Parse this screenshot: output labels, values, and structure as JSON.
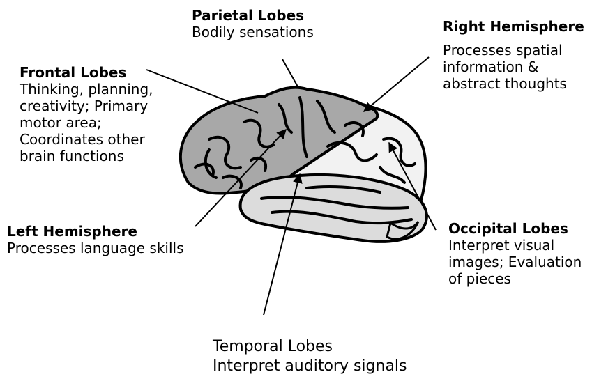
{
  "labels": {
    "parietal": {
      "title": "Parietal Lobes",
      "desc": "Bodily sensations"
    },
    "right_hemisphere": {
      "title": "Right Hemisphere",
      "desc": "Processes spatial\ninformation &\nabstract thoughts"
    },
    "frontal": {
      "title": "Frontal Lobes",
      "desc": "Thinking, planning,\ncreativity; Primary\nmotor area;\nCoordinates other\nbrain functions"
    },
    "left_hemisphere": {
      "title": "Left Hemisphere",
      "desc": "Processes language skills"
    },
    "occipital": {
      "title": "Occipital Lobes",
      "desc": "Interpret visual\nimages; Evaluation\nof pieces"
    },
    "temporal": {
      "title": "Temporal Lobes",
      "desc": "Interpret auditory signals"
    }
  },
  "colors": {
    "frontal_fill": "#a8a8a8",
    "parietal_fill": "#f2f2f2",
    "temporal_fill": "#dcdcdc",
    "outline": "#000000"
  }
}
